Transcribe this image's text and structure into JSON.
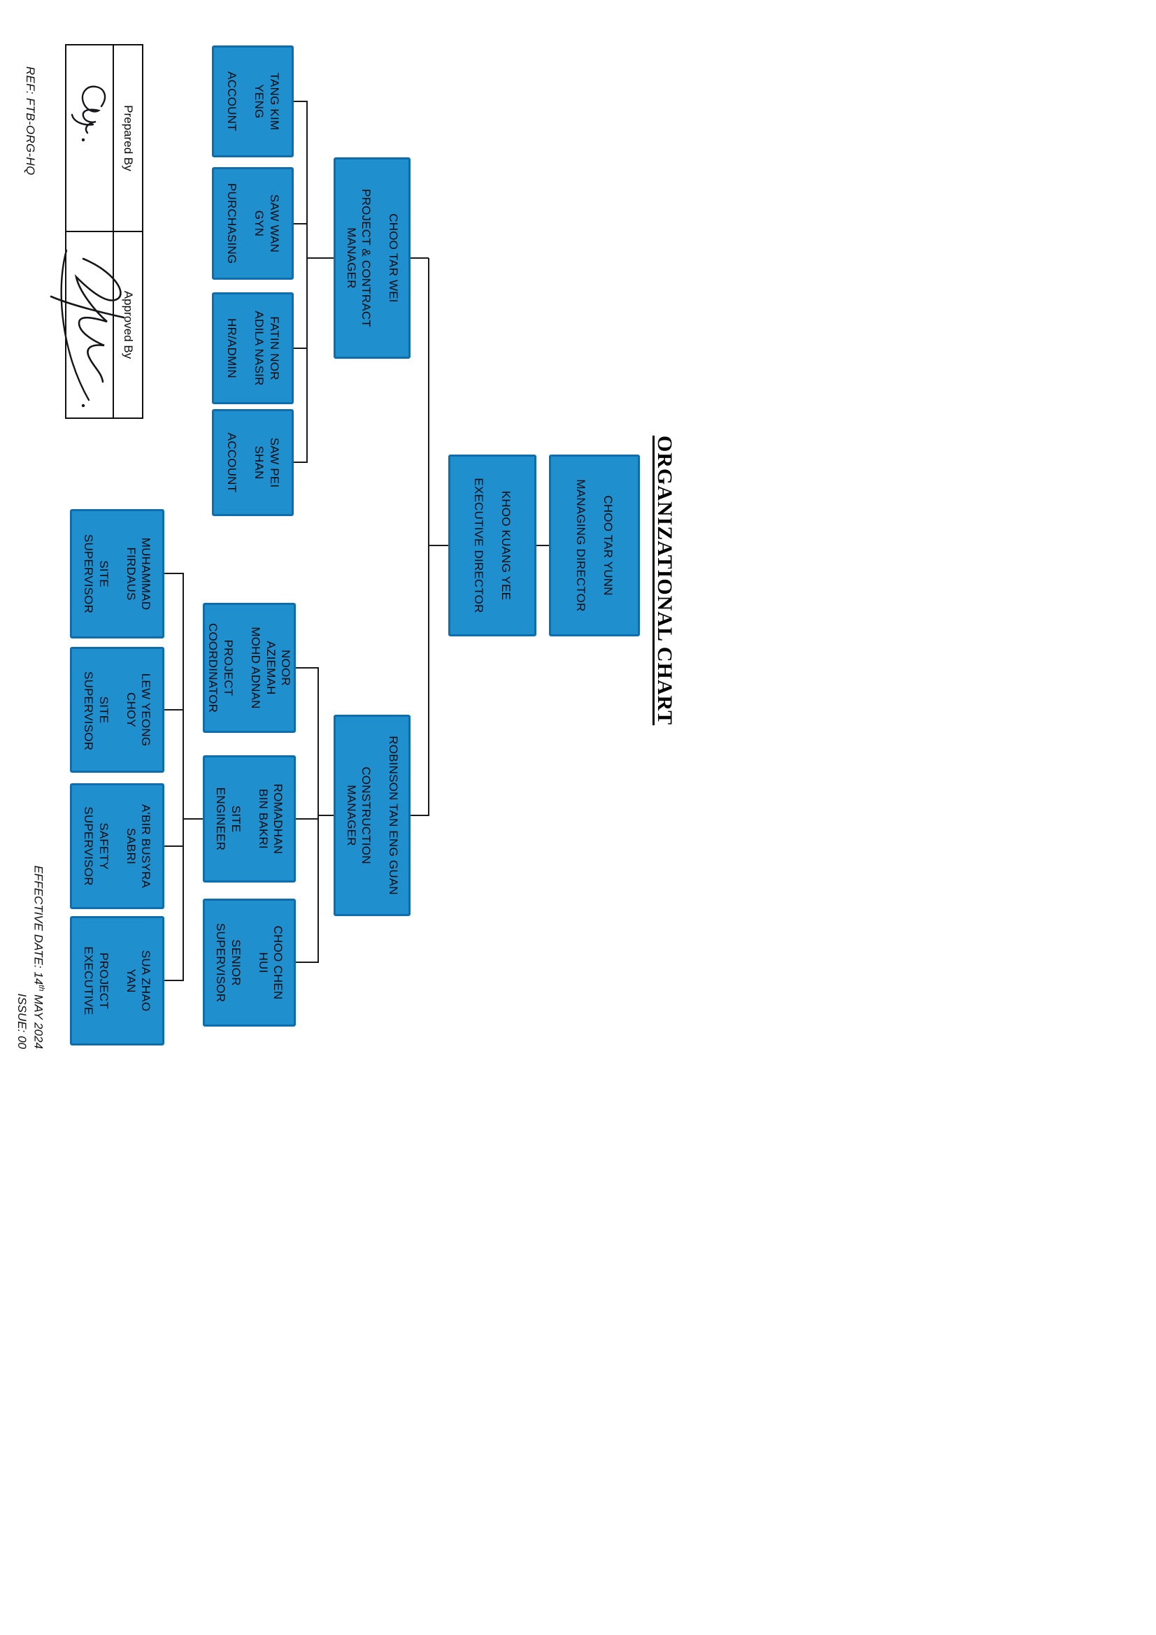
{
  "document": {
    "title": "ORGANIZATIONAL CHART",
    "ref": "REF: FTB-ORG-HQ",
    "effective_date_prefix": "EFFECTIVE DATE: 14",
    "effective_date_sup": "th",
    "effective_date_suffix": " MAY 2024",
    "issue": "ISSUE: 00"
  },
  "signoff": {
    "prepared_label": "Prepared By",
    "approved_label": "Approved By"
  },
  "colors": {
    "box_fill": "#1f8fcd",
    "box_border": "#0f6dab",
    "connector": "#1a1a1a"
  },
  "org": {
    "nodes": [
      {
        "id": "managing-director",
        "name": "CHOO TAR YUNN",
        "role": "MANAGING DIRECTOR",
        "reports_to": null
      },
      {
        "id": "executive-director",
        "name": "KHOO KUANG YEE",
        "role": "EXECUTIVE DIRECTOR",
        "reports_to": "managing-director"
      },
      {
        "id": "project-contract-manager",
        "name": "CHOO TAR WEI",
        "role": "PROJECT & CONTRACT MANAGER",
        "reports_to": "executive-director"
      },
      {
        "id": "account-1",
        "name": "TANG KIM YENG",
        "role": "ACCOUNT",
        "reports_to": "project-contract-manager"
      },
      {
        "id": "purchasing",
        "name": "SAW WAN GYN",
        "role": "PURCHASING",
        "reports_to": "project-contract-manager"
      },
      {
        "id": "hr-admin",
        "name": "FATIN NOR ADILA NASIR",
        "role": "HR/ADMIN",
        "reports_to": "project-contract-manager"
      },
      {
        "id": "account-2",
        "name": "SAW PEI SHAN",
        "role": "ACCOUNT",
        "reports_to": "project-contract-manager"
      },
      {
        "id": "construction-manager",
        "name": "ROBINSON TAN ENG GUAN",
        "role": "CONSTRUCTION MANAGER",
        "reports_to": "executive-director"
      },
      {
        "id": "project-coordinator",
        "name": "NOOR AZIEMAH MOHD ADNAN",
        "role": "PROJECT COORDINATOR",
        "reports_to": "construction-manager"
      },
      {
        "id": "site-engineer",
        "name": "ROMADHAN BIN BAKRI",
        "role": "SITE ENGINEER",
        "reports_to": "construction-manager"
      },
      {
        "id": "senior-supervisor",
        "name": "CHOO CHEN HUI",
        "role": "SENIOR SUPERVISOR",
        "reports_to": "construction-manager"
      },
      {
        "id": "site-supervisor-1",
        "name": "MUHAMMAD FIRDAUS",
        "role": "SITE SUPERVISOR",
        "reports_to": "site-engineer"
      },
      {
        "id": "site-supervisor-2",
        "name": "LEW YEONG CHOY",
        "role": "SITE SUPERVISOR",
        "reports_to": "site-engineer"
      },
      {
        "id": "safety-supervisor",
        "name": "A'BIR BUSYRA SABRI",
        "role": "SAFETY SUPERVISOR",
        "reports_to": "site-engineer"
      },
      {
        "id": "project-executive",
        "name": "SUA ZHAO YAN",
        "role": "PROJECT EXECUTIVE",
        "reports_to": "site-engineer"
      }
    ]
  }
}
